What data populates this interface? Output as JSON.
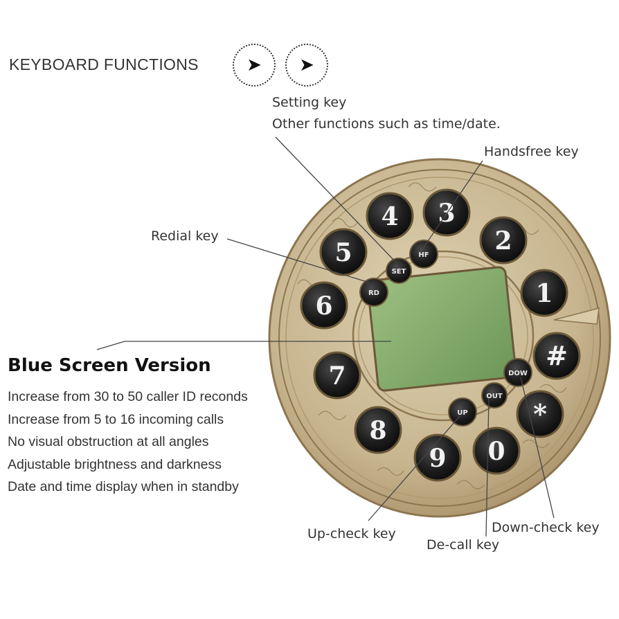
{
  "heading": {
    "title": "KEYBOARD FUNCTIONS",
    "arrow_icon": "chevron-right-icon"
  },
  "callouts": {
    "setting_key": "Setting key",
    "setting_key_desc": "Other functions such as time/date.",
    "handsfree_key": "Handsfree key",
    "redial_key": "Redial key",
    "up_check_key": "Up-check key",
    "de_call_key": "De-call key",
    "down_check_key": "Down-check key"
  },
  "version": {
    "title": "Blue Screen Version",
    "features": [
      "Increase from 30 to 50 caller ID reconds",
      "Increase from 5 to 16 incoming calls",
      "No visual obstruction at all angles",
      "Adjustable brightness and darkness",
      "Date and time display when in standby"
    ]
  },
  "keypad": {
    "digit_keys": [
      "1",
      "2",
      "3",
      "4",
      "5",
      "6",
      "7",
      "8",
      "9",
      "0",
      "*",
      "#"
    ],
    "function_keys": [
      "SET",
      "HF",
      "RD",
      "UP",
      "OUT",
      "DOW"
    ],
    "colors": {
      "brass": "#c8b58e",
      "brass_dark": "#9c8458",
      "key": "#1b1b1b",
      "screen": "#7ea86a"
    }
  }
}
